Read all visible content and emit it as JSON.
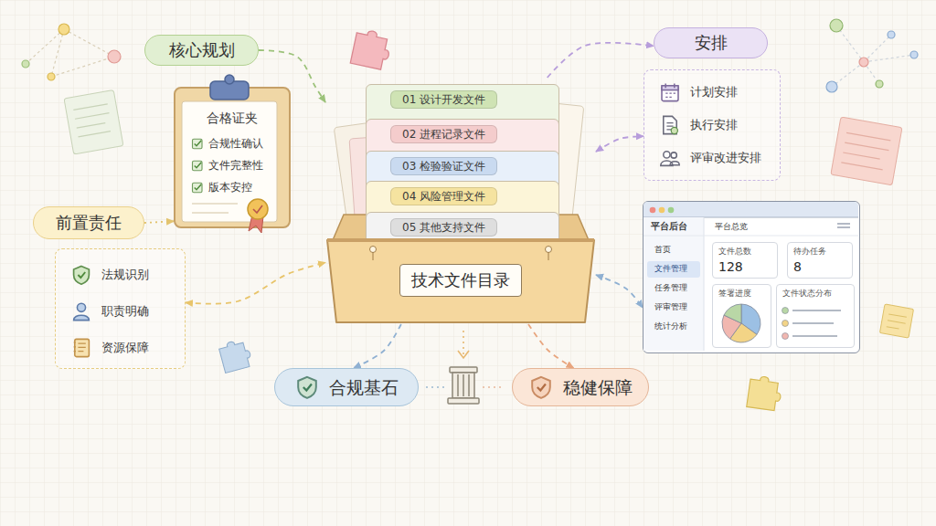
{
  "diagram": {
    "nodes": [
      {
        "text": [
          "核心规划"
        ]
      },
      {
        "text": [
          "合格证夹",
          "合规性确认",
          "文件完整性",
          "版本安控"
        ]
      },
      {
        "text": [
          "前置责任"
        ]
      },
      {
        "text": [
          "法规识别",
          "职责明确",
          "资源保障"
        ]
      },
      {
        "text": [
          "技术文件目录"
        ]
      },
      {
        "text": [
          "01 设计开发文件"
        ],
        "in": 4
      },
      {
        "text": [
          "02 进程记录文件"
        ],
        "in": 4
      },
      {
        "text": [
          "03 检验验证文件"
        ],
        "in": 4
      },
      {
        "text": [
          "04 风险管理文件"
        ],
        "in": 4
      },
      {
        "text": [
          "05 其他支持文件"
        ],
        "in": 4
      },
      {
        "text": [
          "安排"
        ]
      },
      {
        "text": [
          "计划安排",
          "执行安排",
          "评审改进安排"
        ]
      },
      {
        "text": [
          "平台后台",
          "平台总览",
          "首页",
          "文件管理",
          "任务管理",
          "评审管理",
          "统计分析"
        ]
      },
      {
        "text": [
          "文件总数",
          "128"
        ],
        "in": 12
      },
      {
        "text": [
          "待办任务",
          "8"
        ],
        "in": 12
      },
      {
        "text": [
          "签署进度"
        ],
        "in": 12
      },
      {
        "text": [
          "文件状态分布"
        ],
        "in": 12
      },
      {
        "text": [
          "合规基石"
        ]
      },
      {
        "text": [
          "稳健保障"
        ]
      }
    ],
    "edges": [
      {
        "from": 0,
        "to": 4,
        "arrow": "to"
      },
      {
        "from": 2,
        "to": 1,
        "arrow": "to"
      },
      {
        "from": 3,
        "to": 4,
        "arrow": "both"
      },
      {
        "from": 4,
        "to": 10,
        "arrow": "to"
      },
      {
        "from": 4,
        "to": 11,
        "arrow": "both"
      },
      {
        "from": 4,
        "to": 12,
        "arrow": "both"
      },
      {
        "from": 4,
        "to": 17,
        "arrow": "to"
      },
      {
        "from": 4,
        "to": 18,
        "arrow": "to"
      }
    ]
  }
}
